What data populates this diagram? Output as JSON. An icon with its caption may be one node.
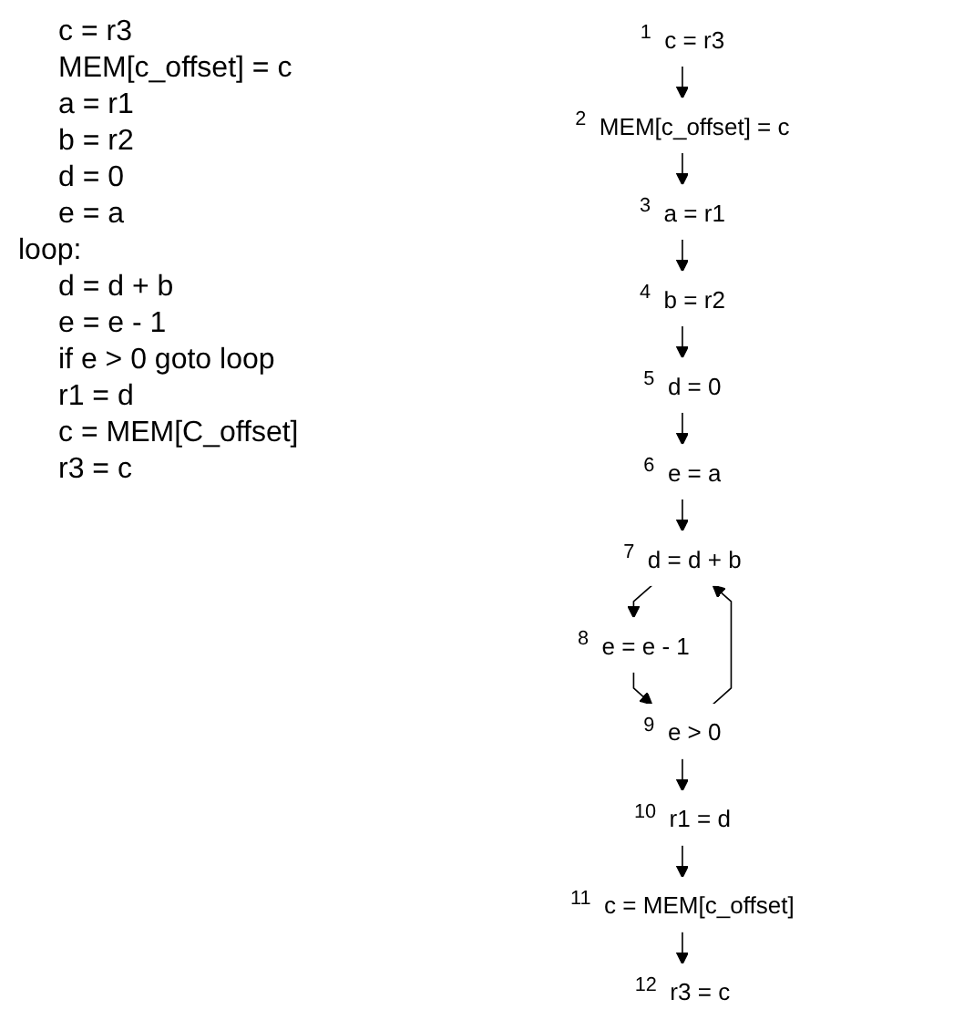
{
  "diagram": {
    "nodes": [
      {
        "text": [
          "1",
          "c = r3"
        ]
      },
      {
        "text": [
          "2",
          "MEM[c_offset] = c"
        ]
      },
      {
        "text": [
          "3",
          "a = r1"
        ]
      },
      {
        "text": [
          "4",
          "b = r2"
        ]
      },
      {
        "text": [
          "5",
          "d = 0"
        ]
      },
      {
        "text": [
          "6",
          "e = a"
        ]
      },
      {
        "text": [
          "7",
          "d = d + b"
        ]
      },
      {
        "text": [
          "8",
          "e = e - 1"
        ]
      },
      {
        "text": [
          "9",
          "e > 0"
        ]
      },
      {
        "text": [
          "10",
          "r1 = d"
        ]
      },
      {
        "text": [
          "11",
          "c = MEM[c_offset]"
        ]
      },
      {
        "text": [
          "12",
          "r3 = c"
        ]
      }
    ],
    "edges": [
      {
        "from": 0,
        "to": 1,
        "arrow": "to"
      },
      {
        "from": 1,
        "to": 2,
        "arrow": "to"
      },
      {
        "from": 2,
        "to": 3,
        "arrow": "to"
      },
      {
        "from": 3,
        "to": 4,
        "arrow": "to"
      },
      {
        "from": 4,
        "to": 5,
        "arrow": "to"
      },
      {
        "from": 5,
        "to": 6,
        "arrow": "to"
      },
      {
        "from": 6,
        "to": 7,
        "arrow": "to"
      },
      {
        "from": 7,
        "to": 8,
        "arrow": "to"
      },
      {
        "from": 8,
        "to": 6,
        "arrow": "to"
      },
      {
        "from": 8,
        "to": 9,
        "arrow": "to"
      },
      {
        "from": 9,
        "to": 10,
        "arrow": "to"
      },
      {
        "from": 10,
        "to": 11,
        "arrow": "to"
      }
    ],
    "labels": [
      "c = r3",
      "MEM[c_offset] = c",
      "a = r1",
      "b = r2",
      "d = 0",
      "e = a",
      "loop:",
      "d = d + b",
      "e = e - 1",
      "if e > 0 goto loop",
      "r1 = d",
      "c = MEM[C_offset]",
      "r3 = c"
    ]
  }
}
